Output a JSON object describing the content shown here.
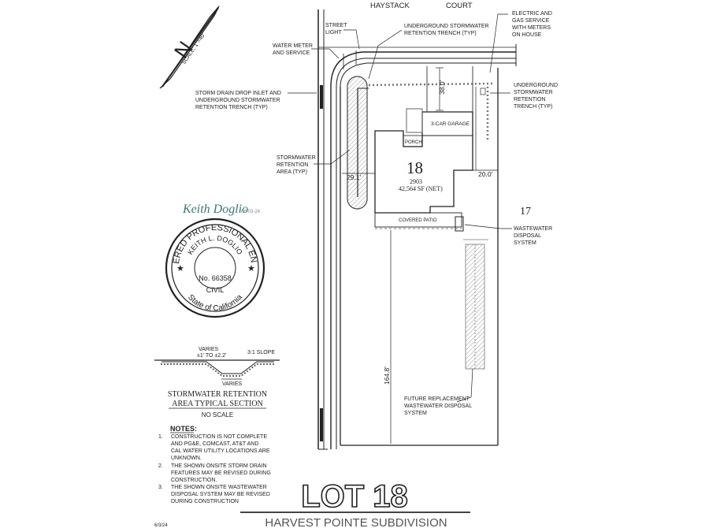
{
  "street": {
    "word1": "HAYSTACK",
    "word2": "COURT"
  },
  "north_arrow": {
    "letter": "N",
    "scale": "SCALE: 1\"=40'"
  },
  "callouts": {
    "street_light": [
      "STREET",
      "LIGHT"
    ],
    "water_meter": [
      "WATER METER",
      "AND SERVICE"
    ],
    "trench_top": [
      "UNDERGROUND STORMWATER",
      "RETENTION TRENCH (TYP)"
    ],
    "electric": [
      "ELECTRIC AND",
      "GAS SERVICE",
      "WITH METERS",
      "ON HOUSE"
    ],
    "trench_right": [
      "UNDERGROUND",
      "STORMWATER",
      "RETENTION",
      "TRENCH (TYP)"
    ],
    "storm_drain": [
      "STORM DRAIN DROP INLET AND",
      "UNDERGROUND STORMWATER",
      "RETENTION TRENCH (TYP)"
    ],
    "retention_area": [
      "STORMWATER",
      "RETENTION",
      "AREA (TYP)"
    ],
    "wastewater": [
      "WASTEWATER",
      "DISPOSAL",
      "SYSTEM"
    ],
    "future": [
      "FUTURE REPLACEMENT",
      "WASTEWATER DISPOSAL",
      "SYSTEM"
    ]
  },
  "building": {
    "garage": "3-CAR GARAGE",
    "porch": "PORCH",
    "patio": "COVERED PATIO"
  },
  "lot": {
    "number": "18",
    "address": "2903",
    "area": "42,564 SF (NET)",
    "neighbor": "17"
  },
  "dimensions": {
    "d38": "38.0'",
    "d29": "29.1'",
    "d20": "20.0'",
    "d164": "164.8'"
  },
  "seal": {
    "signature": "Keith Doglio",
    "sig_date": "06-03-24",
    "top_arc": "REGISTERED PROFESSIONAL ENGINEER",
    "name_arc": "KEITH L. DOGLIO",
    "number": "No. 66358",
    "civil": "CIVIL",
    "state_arc": "State of California"
  },
  "section": {
    "varies_top": "VARIES",
    "range": "±1' TO ±2.2'",
    "slope": "3:1 SLOPE",
    "varies_bottom": "VARIES",
    "title1": "STORMWATER RETENTION",
    "title2": "AREA TYPICAL SECTION",
    "scale": "NO SCALE"
  },
  "notes": {
    "heading": "NOTES:",
    "items": [
      {
        "num": "1.",
        "lines": [
          "CONSTRUCTION IS NOT COMPLETE",
          "AND PG&E, COMCAST, AT&T AND",
          "CAL WATER UTILITY LOCATIONS ARE",
          "UNKNOWN."
        ]
      },
      {
        "num": "2.",
        "lines": [
          "THE SHOWN ONSITE STORM DRAIN",
          "FEATURES MAY BE REVISED DURING",
          "CONSTRUCTION."
        ]
      },
      {
        "num": "3.",
        "lines": [
          "THE SHOWN ONSITE WASTEWATER",
          "DISPOSAL SYSTEM MAY BE REVISED",
          "DURING CONSTRUCTION"
        ]
      }
    ]
  },
  "title": {
    "lot": "LOT 18",
    "subdivision": "HARVEST POINTE SUBDIVISION",
    "date": "6/3/24"
  }
}
